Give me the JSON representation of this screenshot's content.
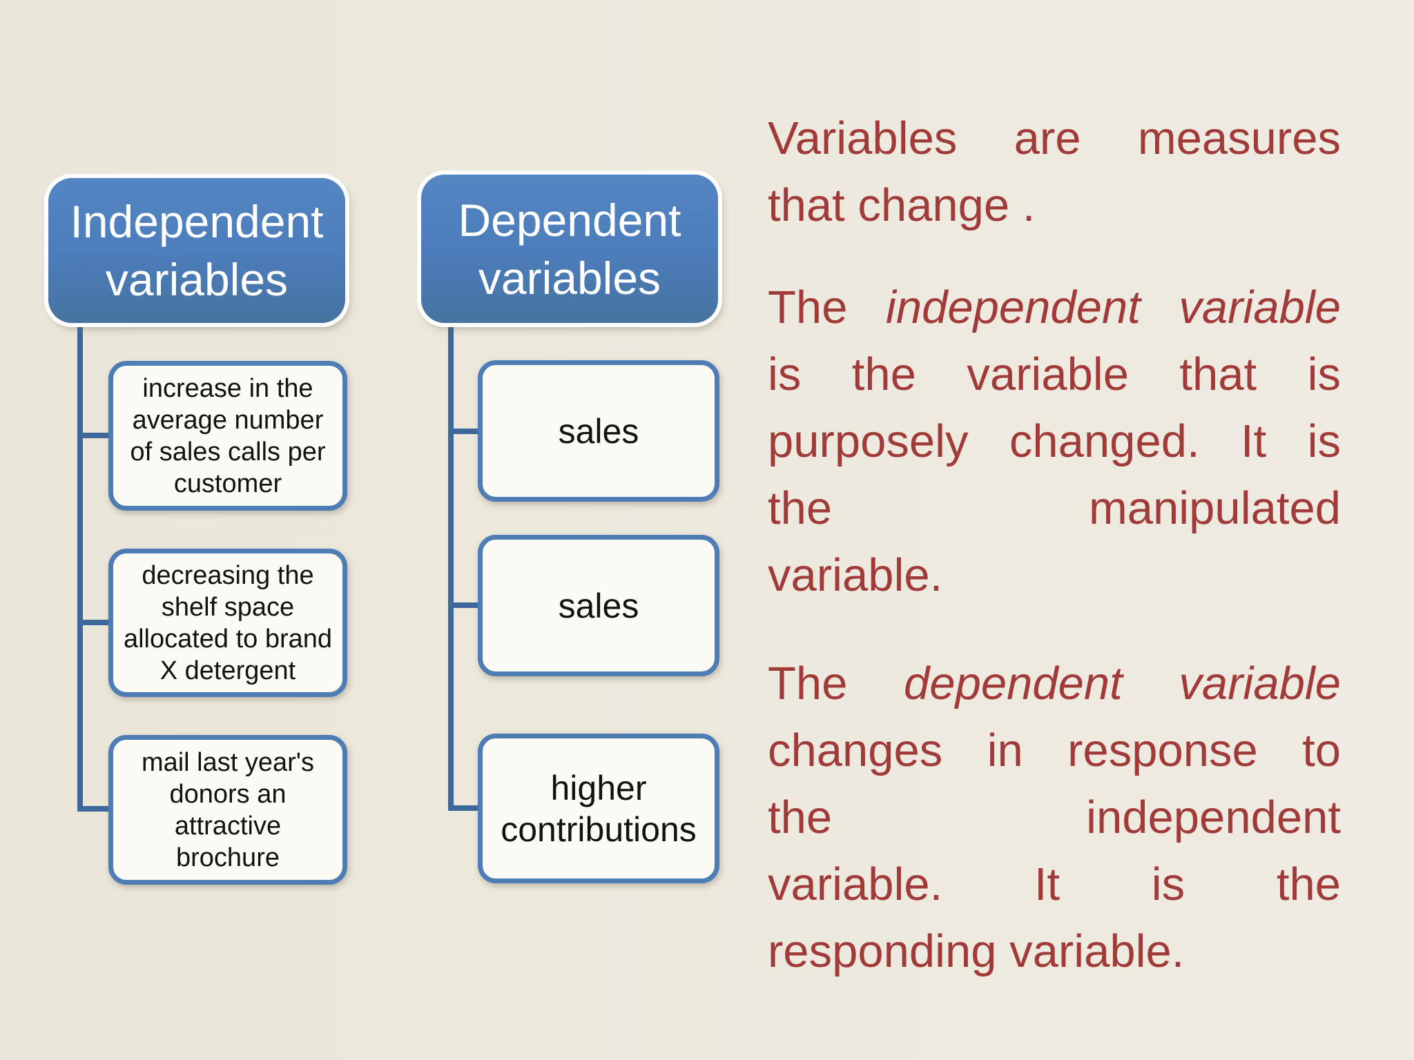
{
  "slide": {
    "background_left": "#eae6da",
    "background_right": "#f0ebe2",
    "accent_blue": "#4c7cba",
    "box_border_blue": "#4e7db5",
    "connector_blue": "#3e689c",
    "box_fill": "#fbfaf5",
    "header_text_color": "#ffffff",
    "item_text_color": "#121212",
    "body_text_color": "#a13b3a"
  },
  "diagram": {
    "columns": [
      {
        "header": "Independent\nvariables",
        "items": [
          "increase in the\naverage number\nof sales calls per\ncustomer",
          "decreasing the\nshelf space\nallocated to brand\nX detergent",
          "mail last year's\ndonors an\nattractive\nbrochure"
        ]
      },
      {
        "header": "Dependent\nvariables",
        "items": [
          "sales",
          "sales",
          "higher\ncontributions"
        ]
      }
    ]
  },
  "paragraphs": [
    {
      "lines": [
        {
          "justify": true,
          "words": [
            {
              "t": "Variables"
            },
            {
              "t": "are"
            },
            {
              "t": "measures"
            }
          ]
        },
        {
          "justify": false,
          "words": [
            {
              "t": "that change ."
            }
          ]
        }
      ]
    },
    {
      "lines": [
        {
          "justify": true,
          "words": [
            {
              "t": "The"
            },
            {
              "t": "independent",
              "i": true
            },
            {
              "t": "variable",
              "i": true
            }
          ]
        },
        {
          "justify": true,
          "words": [
            {
              "t": "is"
            },
            {
              "t": "the"
            },
            {
              "t": "variable"
            },
            {
              "t": "that"
            },
            {
              "t": "is"
            }
          ]
        },
        {
          "justify": true,
          "words": [
            {
              "t": "purposely"
            },
            {
              "t": "changed."
            },
            {
              "t": "It"
            },
            {
              "t": "is"
            }
          ]
        },
        {
          "justify": true,
          "words": [
            {
              "t": "the"
            },
            {
              "t": "manipulated"
            }
          ]
        },
        {
          "justify": false,
          "words": [
            {
              "t": "variable."
            }
          ]
        }
      ]
    },
    {
      "lines": [
        {
          "justify": true,
          "words": [
            {
              "t": "The"
            },
            {
              "t": "dependent",
              "i": true
            },
            {
              "t": "variable",
              "i": true
            }
          ]
        },
        {
          "justify": true,
          "words": [
            {
              "t": "changes"
            },
            {
              "t": "in"
            },
            {
              "t": "response"
            },
            {
              "t": "to"
            }
          ]
        },
        {
          "justify": true,
          "words": [
            {
              "t": "the"
            },
            {
              "t": "independent"
            }
          ]
        },
        {
          "justify": true,
          "words": [
            {
              "t": "variable."
            },
            {
              "t": "It"
            },
            {
              "t": "is"
            },
            {
              "t": "the"
            }
          ]
        },
        {
          "justify": false,
          "words": [
            {
              "t": "responding variable."
            }
          ]
        }
      ]
    }
  ]
}
